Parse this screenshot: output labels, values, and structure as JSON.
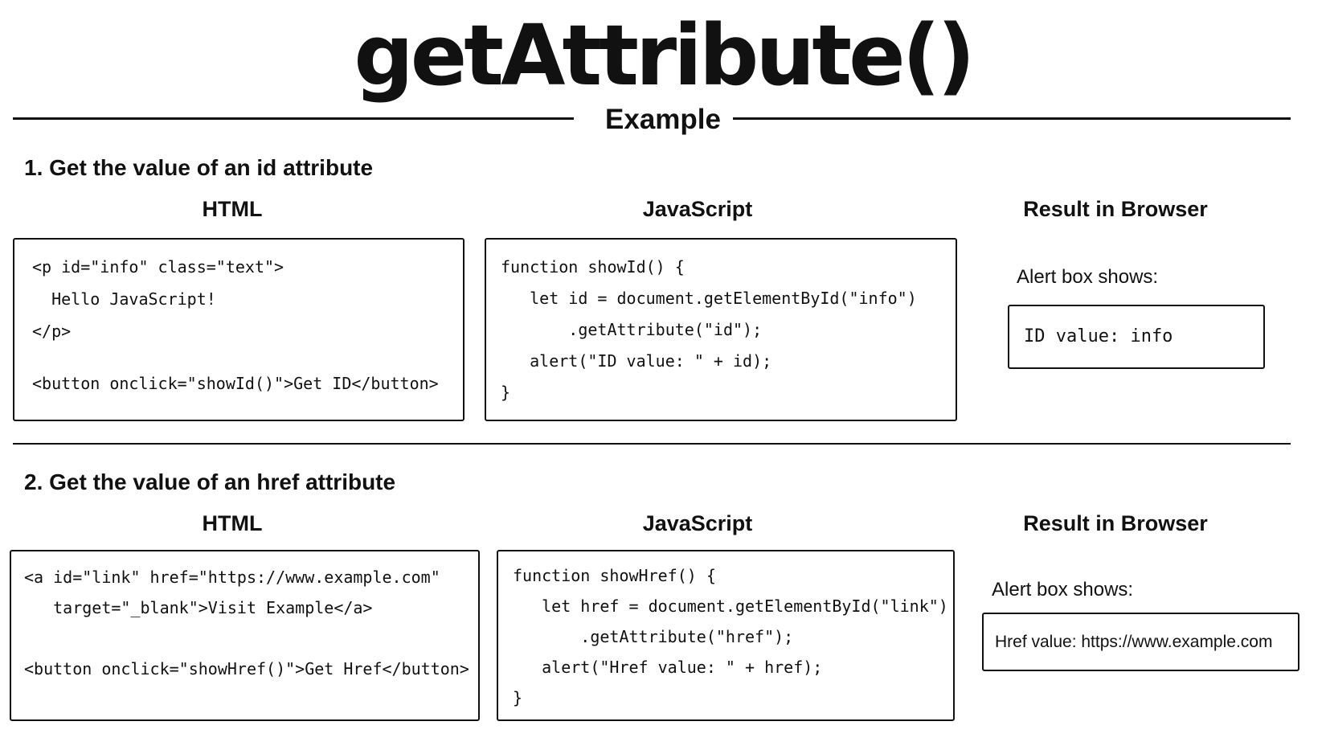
{
  "title": "getAttribute()",
  "subtitle": "Example",
  "sections": [
    {
      "heading": "1. Get the value of an id attribute",
      "columns": {
        "html": "HTML",
        "js": "JavaScript",
        "result": "Result in Browser"
      },
      "html_code": [
        "<p id=\"info\" class=\"text\">",
        "  Hello JavaScript!",
        "</p>",
        "<button onclick=\"showId()\">Get ID</button>"
      ],
      "js_code": [
        "function showId() {",
        "   let id = document.getElementById(\"info\")",
        "       .getAttribute(\"id\");",
        "   alert(\"ID value: \" + id);",
        "}"
      ],
      "result_label": "Alert box shows:",
      "alert_text": "ID value: info"
    },
    {
      "heading": "2. Get the value of an href attribute",
      "columns": {
        "html": "HTML",
        "js": "JavaScript",
        "result": "Result in Browser"
      },
      "html_code": [
        "<a id=\"link\" href=\"https://www.example.com\"",
        "   target=\"_blank\">Visit Example</a>",
        "<button onclick=\"showHref()\">Get Href</button>"
      ],
      "js_code": [
        "function showHref() {",
        "   let href = document.getElementById(\"link\")",
        "       .getAttribute(\"href\");",
        "   alert(\"Href value: \" + href);",
        "}"
      ],
      "result_label": "Alert box shows:",
      "alert_text": "Href value: https://www.example.com"
    }
  ]
}
